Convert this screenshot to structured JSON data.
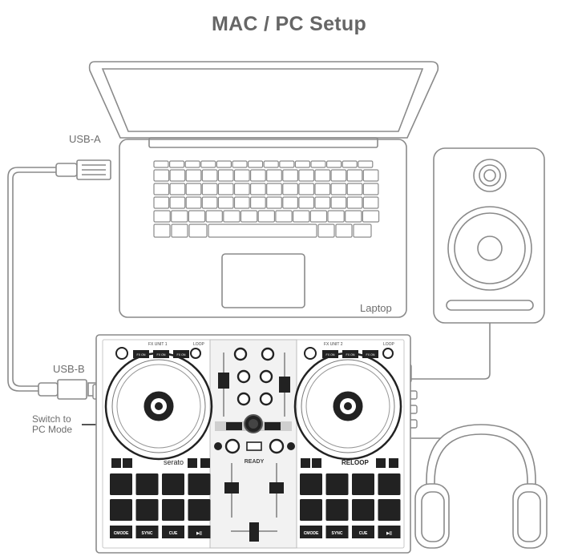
{
  "title": "MAC / PC Setup",
  "labels": {
    "usb_a": "USB-A",
    "usb_b": "USB-B",
    "switch_line1": "Switch to",
    "switch_line2": "PC Mode",
    "laptop": "Laptop"
  },
  "controller": {
    "fx_unit_1": "FX UNIT 1",
    "fx_unit_2": "FX UNIT 2",
    "loop": "LOOP",
    "brand_left": "serato",
    "brand_right": "RELOOP",
    "status": "READY",
    "fx_buttons": [
      "FX ON",
      "FX ON",
      "FX ON"
    ],
    "bottom_buttons": [
      "CMODE",
      "SYNC",
      "CUE",
      "▶||"
    ]
  },
  "colors": {
    "line": "#8a8a8a",
    "title": "#666666",
    "controller_dark": "#222222"
  }
}
